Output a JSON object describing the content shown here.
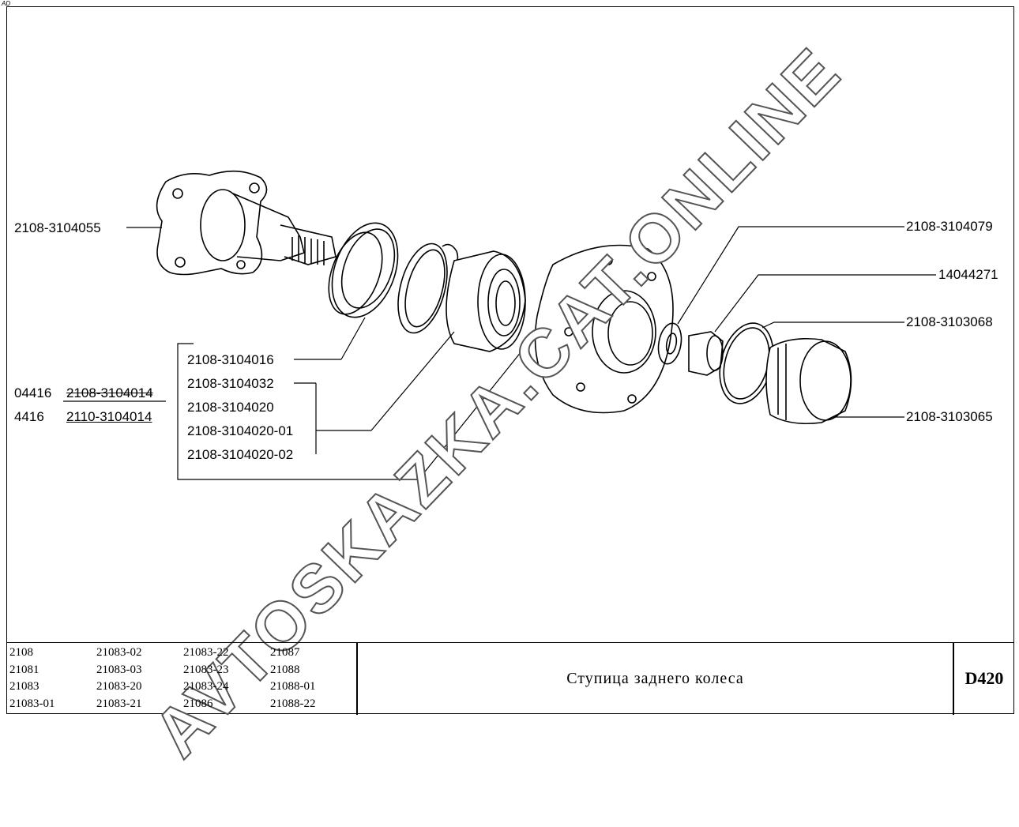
{
  "corner_mark": "AD",
  "watermark": "AVTOSKAZKA.CAT.ONLINE",
  "left_labels": {
    "shaft": "2108-3104055",
    "seal": "2108-3104016",
    "ring": "2108-3104032",
    "bearing1": "2108-3104020",
    "bearing2": "2108-3104020-01",
    "bearing3": "2108-3104020-02",
    "hub_prefix1": "04416",
    "hub1": "2108-3104014",
    "hub_prefix2": "4416",
    "hub2": "2110-3104014"
  },
  "right_labels": {
    "washer": "2108-3104079",
    "nut": "14044271",
    "oring": "2108-3103068",
    "cap": "2108-3103065"
  },
  "models": [
    [
      "2108",
      "21083-02",
      "21083-22",
      "21087"
    ],
    [
      "21081",
      "21083-03",
      "21083-23",
      "21088"
    ],
    [
      "21083",
      "21083-20",
      "21083-24",
      "21088-01"
    ],
    [
      "21083-01",
      "21083-21",
      "21086",
      "21088-22"
    ]
  ],
  "title": "Ступица заднего колеса",
  "page_code": "D420"
}
